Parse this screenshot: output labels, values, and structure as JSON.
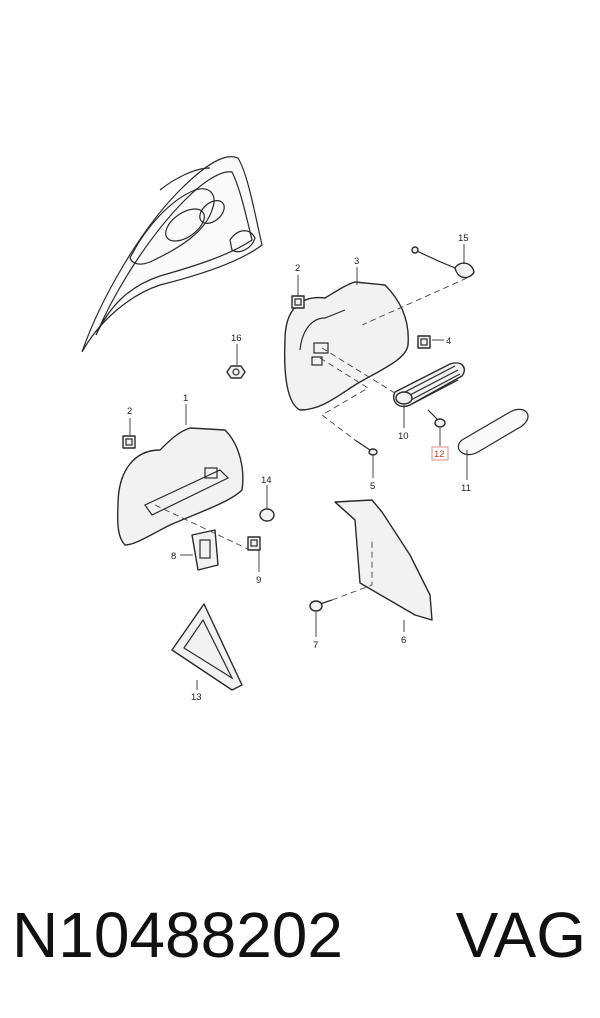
{
  "diagram": {
    "callouts": {
      "c1": "1",
      "c2a": "2",
      "c2b": "2",
      "c3": "3",
      "c4": "4",
      "c5": "5",
      "c6": "6",
      "c7": "7",
      "c8": "8",
      "c9": "9",
      "c10": "10",
      "c11": "11",
      "c12": "12",
      "c13": "13",
      "c14": "14",
      "c15": "15",
      "c16": "16"
    },
    "highlight_color": "#c0392b"
  },
  "footer": {
    "part_number": "N10488202",
    "brand": "VAG"
  }
}
